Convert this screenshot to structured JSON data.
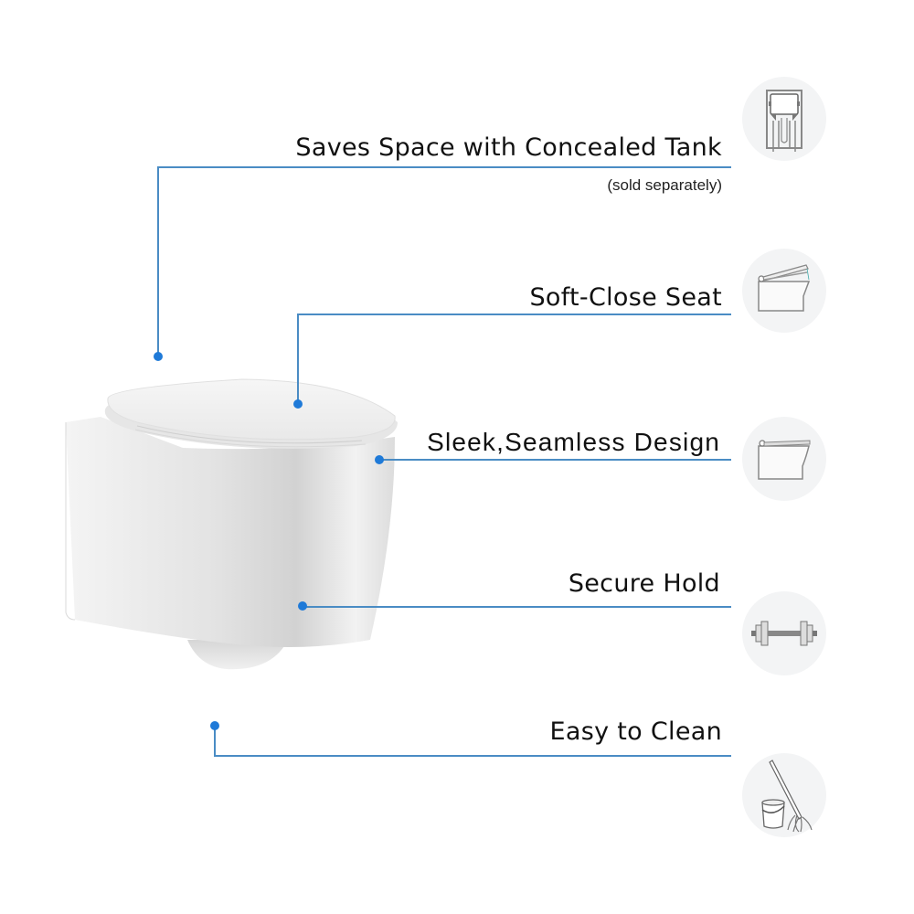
{
  "features": [
    {
      "label": "Saves Space with Concealed Tank",
      "note": "(sold separately)",
      "icon": "concealed-tank-frame-icon"
    },
    {
      "label": "Soft-Close Seat",
      "icon": "soft-close-seat-icon"
    },
    {
      "label": "Sleek,Seamless Design",
      "icon": "seamless-toilet-icon"
    },
    {
      "label": "Secure Hold",
      "icon": "barbell-icon"
    },
    {
      "label": "Easy to Clean",
      "icon": "mop-bucket-icon"
    }
  ],
  "product": {
    "name": "wall-hung toilet"
  },
  "colors": {
    "accent_line": "#4a8cc4",
    "accent_dot": "#1f7ad8",
    "icon_bg": "#f3f4f5",
    "text": "#111111"
  }
}
